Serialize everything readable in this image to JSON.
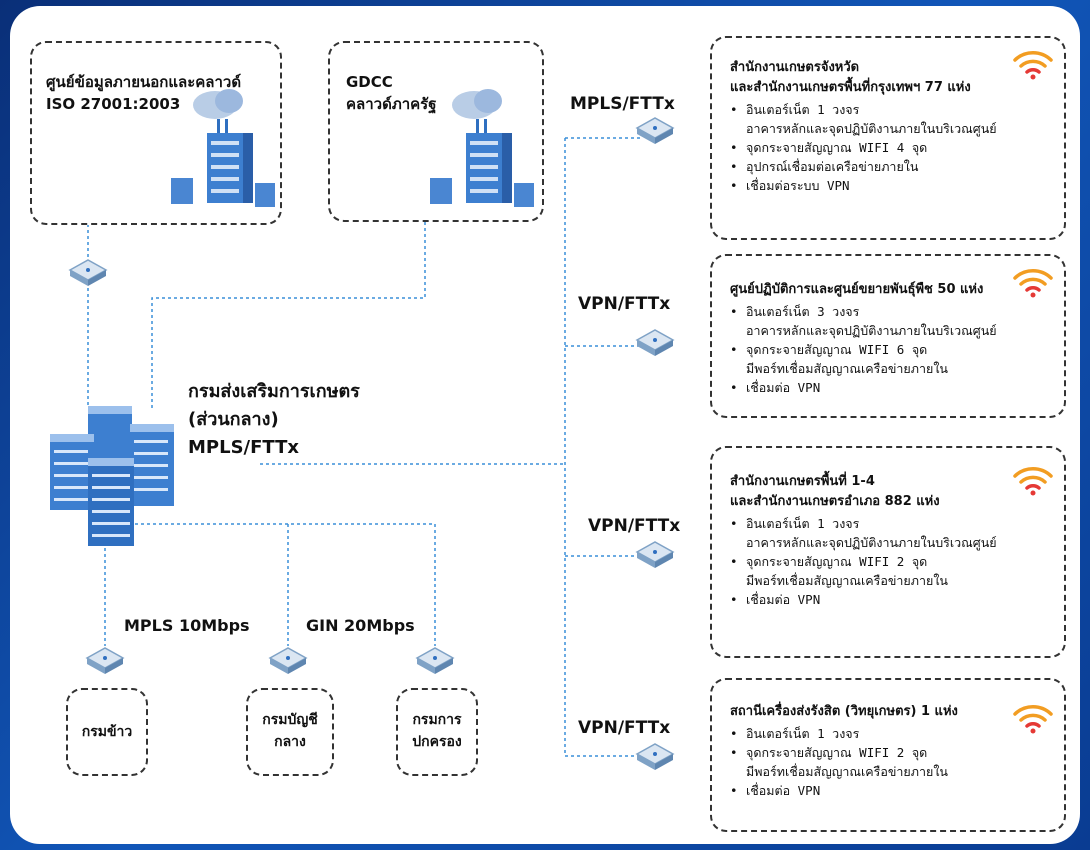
{
  "cloud_external": {
    "line1": "ศูนย์ข้อมูลภายนอกและคลาวด์",
    "line2": "ISO 27001:2003"
  },
  "cloud_gdcc": {
    "line1": "GDCC",
    "line2": "คลาวด์ภาครัฐ"
  },
  "central": {
    "line1": "กรมส่งเสริมการเกษตร",
    "line2": "(ส่วนกลาง)",
    "line3": "MPLS/FTTx"
  },
  "bottom": {
    "mpls_label": "MPLS 10Mbps",
    "gin_label": "GIN 20Mbps",
    "dept1": "กรมข้าว",
    "dept2_l1": "กรมบัญชี",
    "dept2_l2": "กลาง",
    "dept3_l1": "กรมการ",
    "dept3_l2": "ปกครอง"
  },
  "branches": [
    {
      "connection": "MPLS/FTTx",
      "title1": "สำนักงานเกษตรจังหวัด",
      "title2": "และสำนักงานเกษตรพื้นที่กรุงเทพฯ 77 แห่ง",
      "items": [
        {
          "line1": "อินเตอร์เน็ต 1 วงจร",
          "line2": "อาคารหลักและจุดปฏิบัติงานภายในบริเวณศูนย์"
        },
        {
          "line1": "จุดกระจายสัญญาณ WIFI 4 จุด",
          "line2": ""
        },
        {
          "line1": "อุปกรณ์เชื่อมต่อเครือข่ายภายใน",
          "line2": ""
        },
        {
          "line1": "เชื่อมต่อระบบ VPN",
          "line2": ""
        }
      ]
    },
    {
      "connection": "VPN/FTTx",
      "title1": "ศูนย์ปฏิบัติการและศูนย์ขยายพันธุ์พืช 50 แห่ง",
      "title2": "",
      "items": [
        {
          "line1": "อินเตอร์เน็ต 3 วงจร",
          "line2": "อาคารหลักและจุดปฏิบัติงานภายในบริเวณศูนย์"
        },
        {
          "line1": "จุดกระจายสัญญาณ WIFI 6 จุด",
          "line2": "มีพอร์ทเชื่อมสัญญาณเครือข่ายภายใน"
        },
        {
          "line1": "เชื่อมต่อ VPN",
          "line2": ""
        }
      ]
    },
    {
      "connection": "VPN/FTTx",
      "title1": "สำนักงานเกษตรพื้นที่ 1-4",
      "title2": "และสำนักงานเกษตรอำเภอ 882 แห่ง",
      "items": [
        {
          "line1": "อินเตอร์เน็ต 1 วงจร",
          "line2": "อาคารหลักและจุดปฏิบัติงานภายในบริเวณศูนย์"
        },
        {
          "line1": "จุดกระจายสัญญาณ WIFI 2 จุด",
          "line2": "มีพอร์ทเชื่อมสัญญาณเครือข่ายภายใน"
        },
        {
          "line1": "เชื่อมต่อ VPN",
          "line2": ""
        }
      ]
    },
    {
      "connection": "VPN/FTTx",
      "title1": "สถานีเครื่องส่งรังสิต (วิทยุเกษตร) 1 แห่ง",
      "title2": "",
      "items": [
        {
          "line1": "อินเตอร์เน็ต 1 วงจร",
          "line2": ""
        },
        {
          "line1": "จุดกระจายสัญญาณ WIFI 2 จุด",
          "line2": "มีพอร์ทเชื่อมสัญญาณเครือข่ายภายใน"
        },
        {
          "line1": "เชื่อมต่อ VPN",
          "line2": ""
        }
      ]
    }
  ],
  "colors": {
    "line": "#3a8fd9",
    "router_top": "#dbe6f2",
    "router_side": "#7fa2c6",
    "wifi_outer": "#f29d22",
    "wifi_inner": "#e53935",
    "server": "#3d7fd0"
  }
}
